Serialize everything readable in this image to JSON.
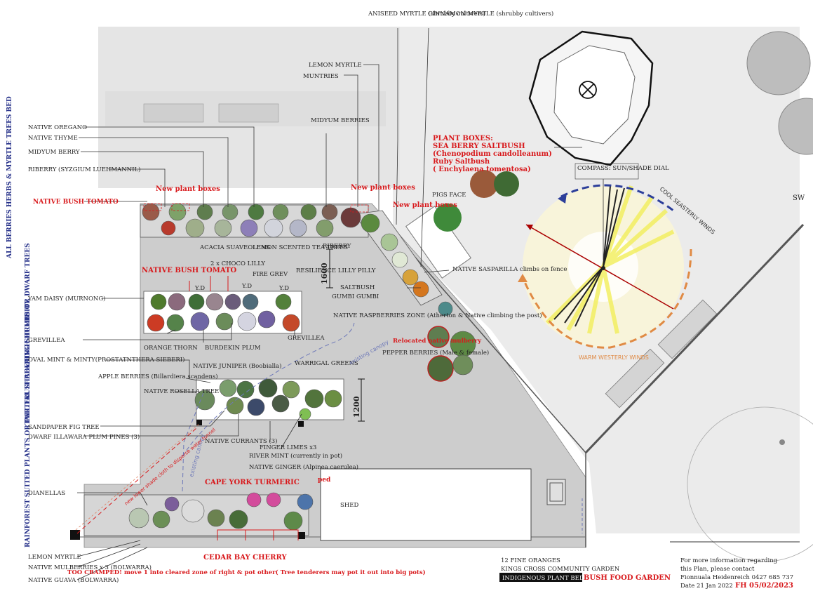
{
  "sections": {
    "herbs_bed": "ALL BERRIES HERBS & MYRTLE TREES BED",
    "tall_fruit": "TALL FRUIT BEARING SHRUBS OR DWARF TREES",
    "rainforest": "RAINFOREST SUITED PLANTS OR PARTIAL SHADE/HIGH HUMIDITY"
  },
  "labels": {
    "aniseed": "ANISEED MYRTLE (shrubby cultivers)",
    "cinnamon": "CINNAMON MYRTLE (shrubby cultivers)",
    "lemon_myrtle": "LEMON MYRTLE",
    "muntries": "MUNTRIES",
    "midyum_berries": "MIDYUM BERRIES",
    "native_oregano": "NATIVE OREGANO",
    "native_thyme": "NATIVE THYME",
    "midyum_berry": "MIDYUM BERRY",
    "riberry": "RIBERRY (SYZGIUM LUEHMANNIL)",
    "native_bush_tomato": "NATIVE BUSH TOMATO",
    "new_plant_boxes": "New plant boxes",
    "pigs_face": "PIGS FACE",
    "acacia": "ACACIA SUAVEOLENS",
    "lemon_scented": "LEMON SCENTED TEA TREES",
    "riberry2": "RIBERRY",
    "resilience": "RESILIENCE LILLY PILLY",
    "choco_lilly": "2 x CHOCO LILLY",
    "fire_grev": "FIRE GREV",
    "yam_daisy": "YAM DAISY (MURNONG)",
    "yd": "Y.D",
    "saltbush": "SALTBUSH",
    "gumbi": "GUMBI GUMBI",
    "sasparilla": "NATIVE SASPARILLA climbs on fence",
    "raspberries": "NATIVE RASPBERRIES ZONE (Atherton & Native climbing the post)",
    "grevillea": "GREVILLEA",
    "orange_thorn": "ORANGE THORN",
    "burdekin": "BURDEKIN PLUM",
    "relocated": "Relocated native mulberry",
    "pepper": "PEPPER BERRIES (Male & female)",
    "oval_mint": "OVAL MINT & MINTY(PROSTATNTHERA SIEBERI)",
    "juniper": "NATIVE JUNIPER (Boobialla)",
    "warrigal": "WARRIGAL GREENS",
    "apple_berries": "APPLE BERRIES (Billardiera scandens)",
    "rosella": "NATIVE ROSELLA TREE",
    "sandpaper": "SANDPAPER FIG TREE",
    "illawara": "DWARF ILLAWARA PLUM PINES (3)",
    "currants": "NATIVE CURRANTS (3)",
    "finger_limes": "FINGER LIMES x3",
    "river_mint": "RIVER MINT (currently in pot)",
    "ginger": "NATIVE GINGER (Alpinea caerulea)",
    "cape_york": "CAPE YORK TURMERIC",
    "dianellas": "DIANELLAS",
    "shed": "SHED",
    "lemon_myrtle2": "LEMON MYRTLE",
    "mulberries": "NATIVE MULBERRIES x 3 (BOLWARRA)",
    "guava": "NATIVE GUAVA (BOLWARRA)",
    "cramped": "TOO CRAMPED! move 1 into cleared zone of right & pot other( Tree tenderers may pot it out into big pots)",
    "cedar_bay": "CEDAR BAY CHERRY",
    "plant_boxes_title": "PLANT BOXES:",
    "sea_berry": "SEA BERRY SALTBUSH",
    "chenopodium": "(Chenopodium candolleanum)",
    "ruby": "Ruby Saltbush",
    "enchylaena": "( Enchylaena tomentosa)",
    "compass": "COMPASS: SUN/SHADE DIAL",
    "cool_winds": "COOL SEASTERLY WINDS",
    "warm_winds": "WARM WESTERLY WINDS",
    "existing_canopy": "existing canopy",
    "shade_cloth": "new lower shade cloth to disperse water tunnel",
    "dim_1600": "1600",
    "dim_1200": "1200",
    "sw": "SW",
    "bed_fragment": "ped"
  },
  "footer": {
    "line1": "12 FINE ORANGES",
    "line2": "KINGS CROSS COMMUNITY GARDEN",
    "line3_box": "INDIGENOUS PLANT BED",
    "line3_red": "BUSH FOOD GARDEN",
    "contact1": "For more information regarding",
    "contact2": "this Plan, please contact",
    "contact3": "Fionnuala Heidenreich 0427 685 737",
    "date": "Date 21 Jan 2022",
    "revision": "FH 05/02/2023"
  },
  "colors": {
    "paving": "#c9c9c9",
    "lawn": "#ececec",
    "label_red": "#d8191c",
    "label_blue": "#27328a",
    "wind_blue": "#2c3e9a",
    "wind_orange": "#e08a44"
  }
}
